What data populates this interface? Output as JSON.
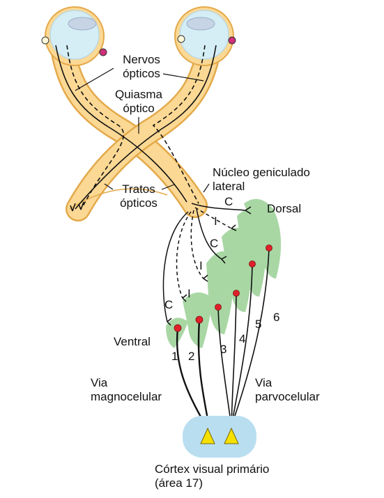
{
  "labels": {
    "optic_nerves_l1": "Nervos",
    "optic_nerves_l2": "ópticos",
    "chiasm_l1": "Quiasma",
    "chiasm_l2": "óptico",
    "geniculate_l1": "Núcleo geniculado",
    "geniculate_l2": "lateral",
    "dorsal": "Dorsal",
    "tracts_l1": "Tratos",
    "tracts_l2": "ópticos",
    "ventral": "Ventral",
    "magno_l1": "Via",
    "magno_l2": "magnocelular",
    "parvo_l1": "Via",
    "parvo_l2": "parvocelular",
    "cortex_l1": "Córtex visual primário",
    "cortex_l2": "(área 17)"
  },
  "layer_numbers": [
    "1",
    "2",
    "3",
    "4",
    "5",
    "6"
  ],
  "layer_marks": [
    "C",
    "I",
    "C",
    "I",
    "C",
    "I"
  ],
  "colors": {
    "nerve_fill": "#fbd894",
    "nerve_stroke": "#e3a94a",
    "eye_fill": "#d5eef6",
    "eye_stroke": "#e0a84a",
    "layer_green": "#a8d7a4",
    "cell_red": "#e0202a",
    "cortex_blue": "#b9def0",
    "neuron_yellow": "#f5e000"
  }
}
